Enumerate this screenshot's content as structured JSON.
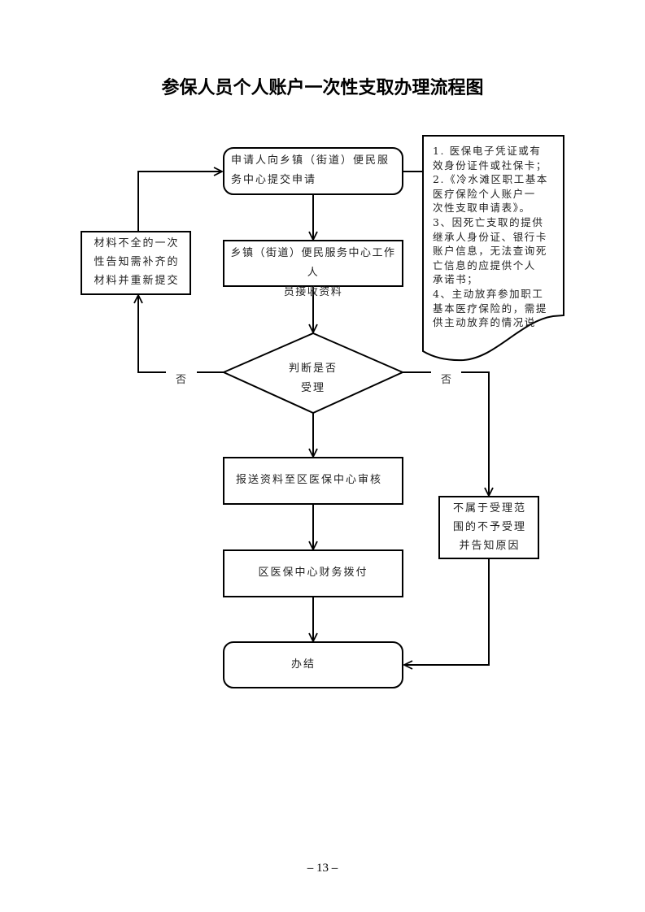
{
  "title": "参保人员个人账户一次性支取办理流程图",
  "nodes": {
    "apply": "申请人向乡镇（街道）便民服务中心提交申请",
    "receive": "乡镇（街道）便民服务中心工作人员接收资料",
    "decision": "判断是否受理",
    "incomplete": "材料不全的一次性告知需补齐的材料并重新提交",
    "submit_review": "报送资料至区医保中心审核",
    "reject": "不属于受理范围的不予受理并告知原因",
    "payment": "区医保中心财务拨付",
    "done": "办结"
  },
  "node_lines": {
    "apply": [
      "申请人向乡镇（街道）便民服",
      "务中心提交申请"
    ],
    "receive": [
      "乡镇（街道）便民服务中心工作人",
      "员接收资料"
    ],
    "decision": [
      "判断是否",
      "受理"
    ],
    "incomplete": [
      "材料不全的一次",
      "性告知需补齐的",
      "材料并重新提交"
    ],
    "reject": [
      "不属于受理范",
      "围的不予受理",
      "并告知原因"
    ]
  },
  "edge_labels": {
    "left_no": "否",
    "right_no": "否"
  },
  "requirements_note": [
    "1. 医保电子凭证或有",
    "效身份证件或社保卡；",
    "2.《冷水滩区职工基本",
    "医疗保险个人账户一",
    "次性支取申请表》。",
    "3、因死亡支取的提供",
    "继承人身份证、银行卡",
    "账户信息，无法查询死",
    "亡信息的应提供个人",
    "承诺书；",
    "4、主动放弃参加职工",
    "基本医疗保险的，需提",
    "供主动放弃的情况说"
  ],
  "page_number": "– 13 –"
}
